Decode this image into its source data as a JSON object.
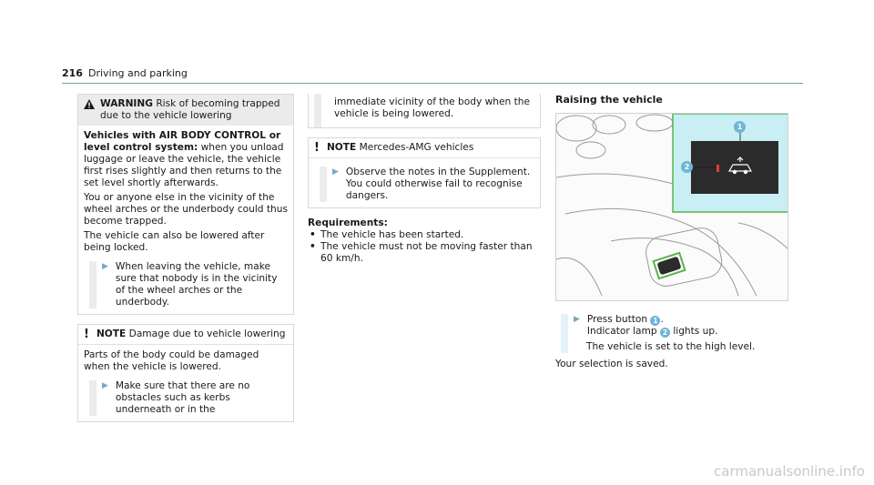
{
  "header": {
    "page_number": "216",
    "title": "Driving and parking"
  },
  "warning_box": {
    "label": "WARNING",
    "heading": "Risk of becoming trapped due to the vehicle lowering",
    "lead_bold": "Vehicles with AIR BODY CONTROL or level control system:",
    "lead_text": " when you unload luggage or leave the vehicle, the vehicle first rises slightly and then returns to the set level shortly afterwards.",
    "para2": "You or anyone else in the vicinity of the wheel arches or the underbody could thus become trapped.",
    "para3": "The vehicle can also be lowered after being locked.",
    "step": "When leaving the vehicle, make sure that nobody is in the vicinity of the wheel arches or the underbody."
  },
  "note_box_1": {
    "mark": "!",
    "label": "NOTE",
    "heading": "Damage due to vehicle lowering",
    "body": "Parts of the body could be damaged when the vehicle is lowered.",
    "step": "Make sure that there are no obstacles such as kerbs underneath or in the",
    "continued": "immediate vicinity of the body when the vehicle is being lowered."
  },
  "note_box_2": {
    "mark": "!",
    "label": "NOTE",
    "heading": "Mercedes-AMG vehicles",
    "step": "Observe the notes in the Supplement. You could otherwise fail to recognise dangers."
  },
  "requirements": {
    "title": "Requirements:",
    "items": [
      "The vehicle has been started.",
      "The vehicle must not be moving faster than 60 km/h."
    ]
  },
  "raising": {
    "title": "Raising the vehicle",
    "callouts": [
      "1",
      "2"
    ],
    "step_before": "Press button ",
    "step_num1": "1",
    "step_after": ".",
    "line2_before": "Indicator lamp ",
    "step_num2": "2",
    "line2_after": " lights up.",
    "result": "The vehicle is set to the high level.",
    "final": "Your selection is saved."
  },
  "icons": {
    "arrow": "▶",
    "bullet": "•"
  },
  "colors": {
    "accent": "#6fb5d6",
    "highlight_green": "#57b34a",
    "inset_bg": "#c9eef4"
  },
  "watermark": "carmanualsonline.info"
}
